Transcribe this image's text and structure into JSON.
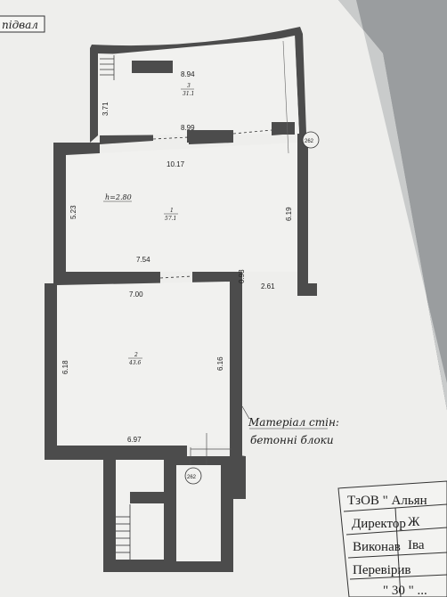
{
  "sheet_label": "підвал",
  "rooms": [
    {
      "number": "3",
      "area": "31.1"
    },
    {
      "number": "1",
      "area": "57.1"
    },
    {
      "number": "2",
      "area": "43.6"
    }
  ],
  "ceiling_height": "h=2.80",
  "dimensions": {
    "d_894": "8.94",
    "d_371": "3.71",
    "d_899": "8.99",
    "d_1017": "10.17",
    "d_523": "5.23",
    "d_619": "6.19",
    "d_754": "7.54",
    "d_093": "0.93",
    "d_261": "2.61",
    "d_700": "7.00",
    "d_618": "6.18",
    "d_616": "6.16",
    "d_697": "6.97"
  },
  "markers": {
    "top": "262",
    "bottom": "262"
  },
  "wall_material": {
    "line1": "Матеріал стін:",
    "line2": "бетонні блоки"
  },
  "stamp": {
    "company": "ТзОВ \" Альян",
    "row1_label": "Директор",
    "row1_value": "Ж",
    "row2_label": "Виконав",
    "row2_value": "Іва",
    "row3_label": "Перевірив",
    "date": "\" 30 \" ..."
  },
  "colors": {
    "paper": "#f2f2f0",
    "wall": "#4a4a4a",
    "ink": "#1c1c1c"
  }
}
